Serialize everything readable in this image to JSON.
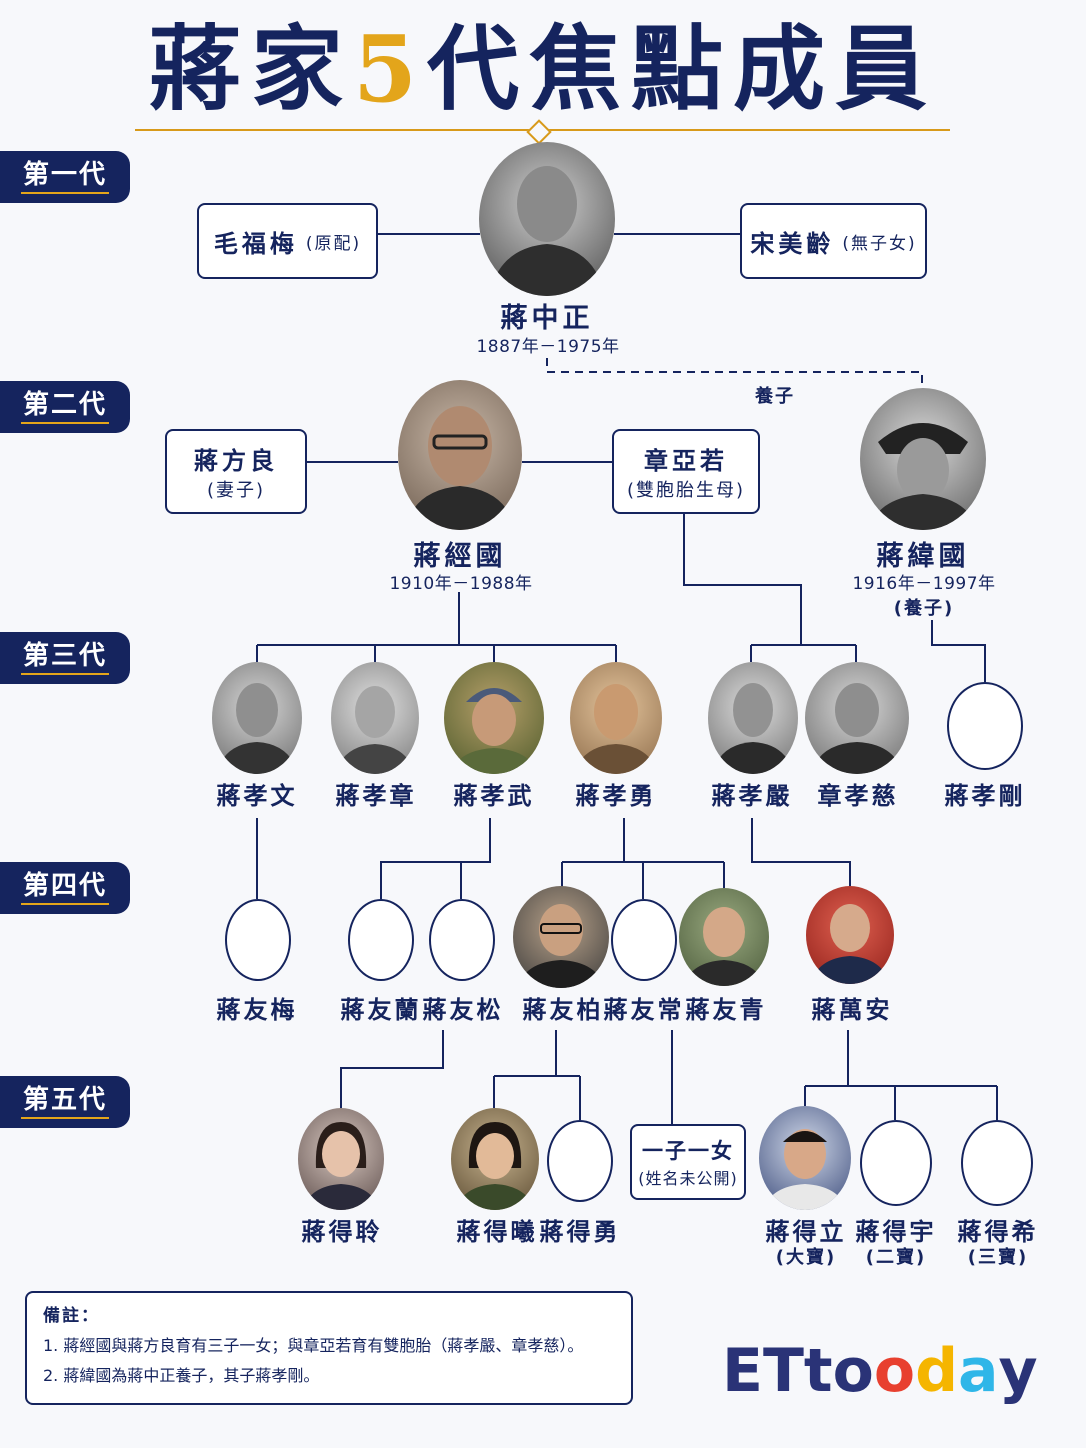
{
  "title": {
    "part1": "蔣家",
    "num": "5",
    "part2": "代焦點成員"
  },
  "generations": [
    "第一代",
    "第二代",
    "第三代",
    "第四代",
    "第五代"
  ],
  "gen1": {
    "main": {
      "name": "蔣中正",
      "years": "1887年－1975年"
    },
    "left": {
      "name": "毛福梅",
      "note": "(原配)"
    },
    "right": {
      "name": "宋美齡",
      "note": "(無子女)"
    },
    "adopt_label": "養子"
  },
  "gen2": {
    "left": {
      "name": "蔣方良",
      "note": "(妻子)"
    },
    "main": {
      "name": "蔣經國",
      "years": "1910年－1988年"
    },
    "mid": {
      "name": "章亞若",
      "note": "(雙胞胎生母)"
    },
    "right": {
      "name": "蔣緯國",
      "years": "1916年－1997年",
      "note": "(養子)"
    }
  },
  "gen3": [
    "蔣孝文",
    "蔣孝章",
    "蔣孝武",
    "蔣孝勇",
    "蔣孝嚴",
    "章孝慈",
    "蔣孝剛"
  ],
  "gen4": [
    "蔣友梅",
    "蔣友蘭",
    "蔣友松",
    "蔣友柏",
    "蔣友常",
    "蔣友青",
    "蔣萬安"
  ],
  "gen5": {
    "names": [
      "蔣得聆",
      "蔣得曦",
      "蔣得勇",
      "蔣得立",
      "蔣得宇",
      "蔣得希"
    ],
    "subs": [
      "(大寶)",
      "(二寶)",
      "(三寶)"
    ],
    "box": {
      "name": "一子一女",
      "note": "(姓名未公開)"
    }
  },
  "notes": {
    "title": "備註：",
    "items": [
      "1. 蔣經國與蔣方良育有三子一女；與章亞若育有雙胞胎（蔣孝嚴、章孝慈）。",
      "2. 蔣緯國為蔣中正養子，其子蔣孝剛。"
    ]
  },
  "logo": {
    "part1": "ETto",
    "o": "o",
    "d": "d",
    "a": "a",
    "y": "y"
  },
  "colors": {
    "navy": "#15245e",
    "gold": "#e3a51b",
    "logo_red": "#e8402f",
    "logo_yellow": "#f5b500",
    "logo_blue": "#2fb6e8",
    "logo_navy": "#2a3377"
  }
}
